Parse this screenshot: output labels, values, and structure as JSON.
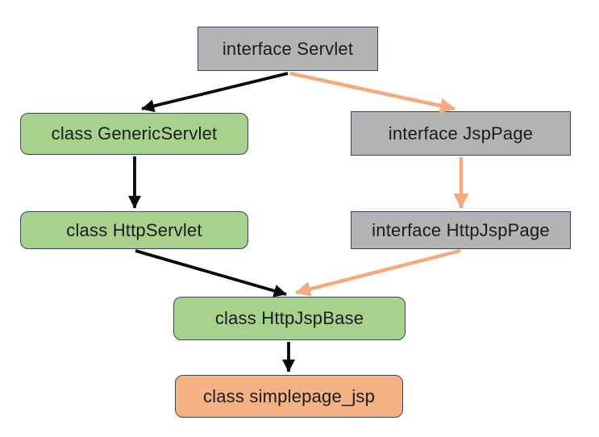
{
  "colors": {
    "bg": "#ffffff",
    "node-border": "#35456b",
    "interface-fill": "#b3b3b3",
    "class-fill": "#a9d18e",
    "jsp-fill": "#f4b183",
    "arrow-black": "#0a0a0a",
    "arrow-orange": "#f3ab7d",
    "text": "#1b1b1b"
  },
  "diagram": {
    "nodes": [
      {
        "id": "servlet",
        "label": "interface Servlet",
        "kind": "interface"
      },
      {
        "id": "generic",
        "label": "class GenericServlet",
        "kind": "class"
      },
      {
        "id": "jsppage",
        "label": "interface JspPage",
        "kind": "interface"
      },
      {
        "id": "httpservlet",
        "label": "class HttpServlet",
        "kind": "class"
      },
      {
        "id": "httpjsppage",
        "label": "interface HttpJspPage",
        "kind": "interface"
      },
      {
        "id": "httpjspbase",
        "label": "class HttpJspBase",
        "kind": "class"
      },
      {
        "id": "simplepage",
        "label": "class simplepage_jsp",
        "kind": "jsp"
      }
    ],
    "edges": [
      {
        "from": "servlet",
        "to": "generic",
        "color": "black"
      },
      {
        "from": "servlet",
        "to": "jsppage",
        "color": "orange"
      },
      {
        "from": "generic",
        "to": "httpservlet",
        "color": "black"
      },
      {
        "from": "jsppage",
        "to": "httpjsppage",
        "color": "orange"
      },
      {
        "from": "httpservlet",
        "to": "httpjspbase",
        "color": "black"
      },
      {
        "from": "httpjsppage",
        "to": "httpjspbase",
        "color": "orange"
      },
      {
        "from": "httpjspbase",
        "to": "simplepage",
        "color": "black"
      }
    ]
  }
}
